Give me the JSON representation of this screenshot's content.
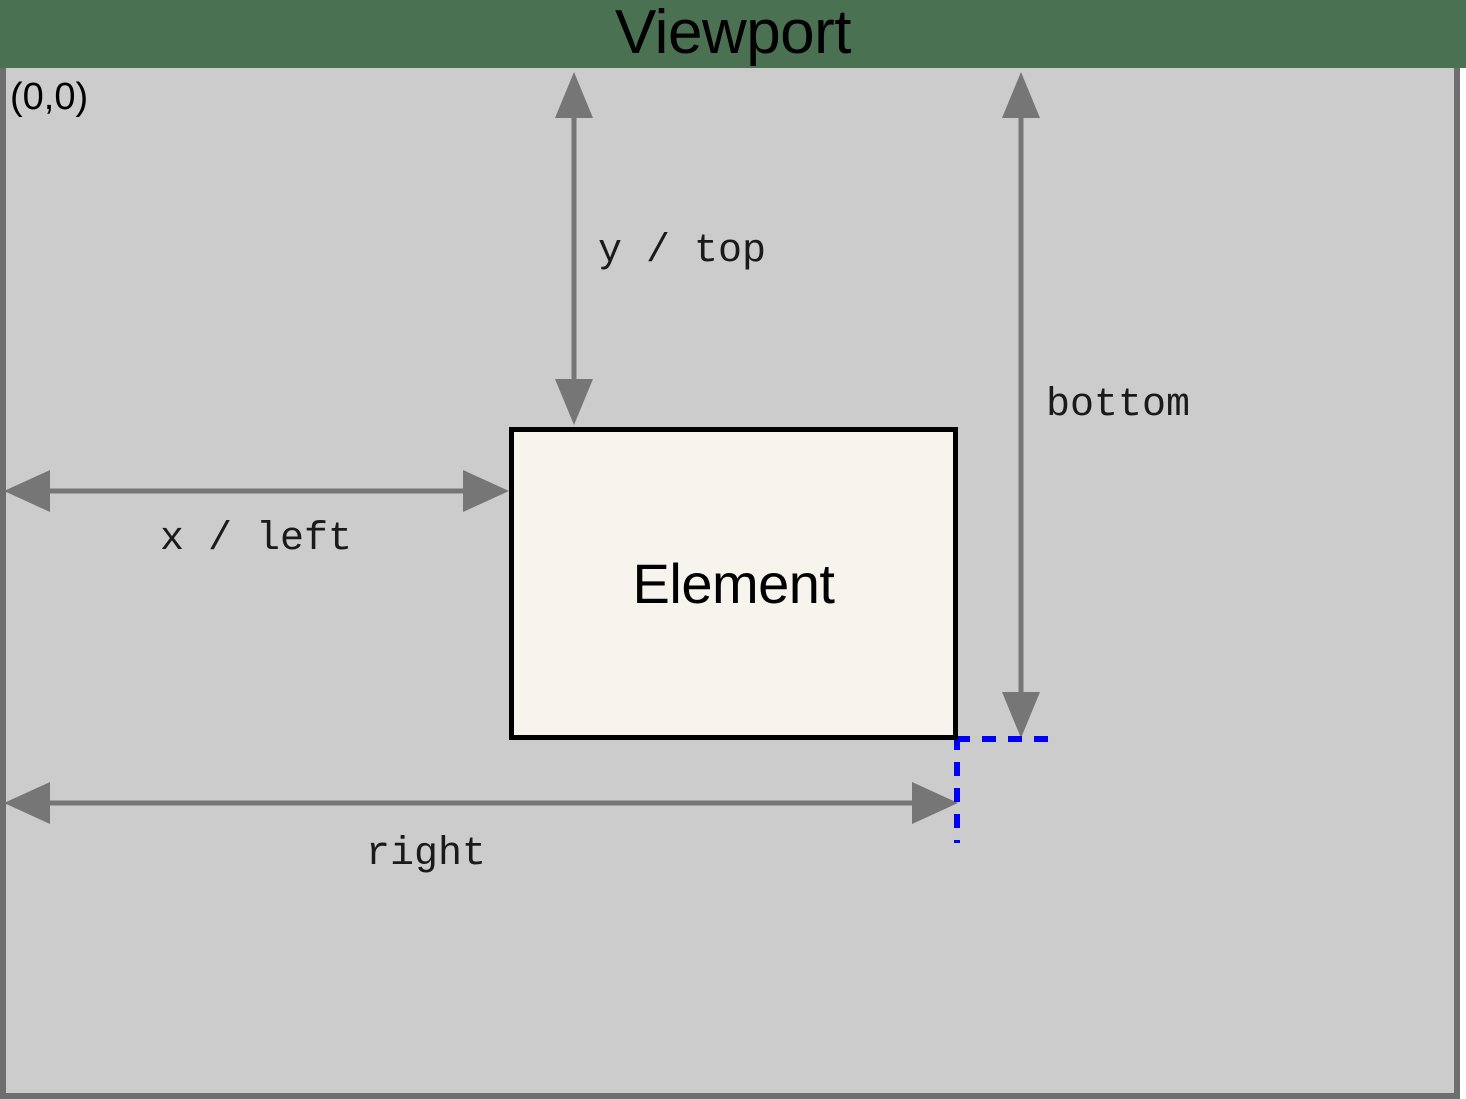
{
  "diagram": {
    "type": "box-model-coordinates",
    "title": "Viewport",
    "origin_label": "(0,0)",
    "element_label": "Element",
    "colors": {
      "header_green": "#4a7152",
      "viewport_gray": "#cccccc",
      "viewport_border": "#6e6e6e",
      "arrow_gray": "#767676",
      "element_fill": "#f7f4ee",
      "element_border": "#000000",
      "guide_blue": "#0000ff"
    },
    "measurements": [
      {
        "name": "y-top",
        "label": "y / top",
        "orientation": "vertical",
        "from": "viewport-top",
        "to": "element-top",
        "arrowheads": "both"
      },
      {
        "name": "bottom",
        "label": "bottom",
        "orientation": "vertical",
        "from": "viewport-top",
        "to": "element-bottom",
        "arrowheads": "both"
      },
      {
        "name": "x-left",
        "label": "x / left",
        "orientation": "horizontal",
        "from": "viewport-left",
        "to": "element-left",
        "arrowheads": "both"
      },
      {
        "name": "right",
        "label": "right",
        "orientation": "horizontal",
        "from": "viewport-left",
        "to": "element-right",
        "arrowheads": "both"
      }
    ],
    "guides": [
      {
        "name": "guide-horizontal-bottom",
        "style": "dashed",
        "color": "#0000ff"
      },
      {
        "name": "guide-vertical-right",
        "style": "dashed",
        "color": "#0000ff"
      }
    ]
  }
}
